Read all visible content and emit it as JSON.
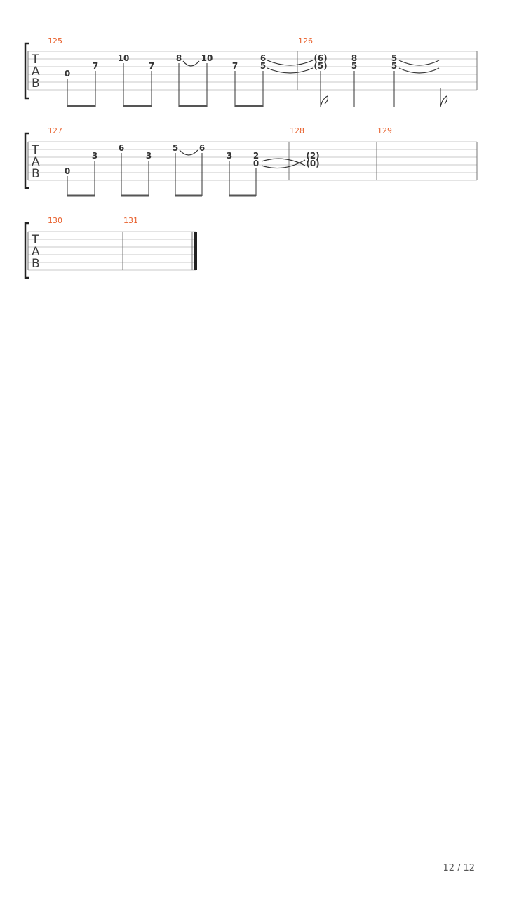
{
  "tab_clef": [
    "T",
    "A",
    "B"
  ],
  "systems": [
    {
      "measures": [
        {
          "number": "125",
          "notes": [
            {
              "fret": "0"
            },
            {
              "fret": "7"
            },
            {
              "fret": "10"
            },
            {
              "fret": "7"
            },
            {
              "fret": "8"
            },
            {
              "fret": "10"
            },
            {
              "fret": "7"
            },
            {
              "fret": "6"
            },
            {
              "fret": "5"
            }
          ]
        },
        {
          "number": "126",
          "notes": [
            {
              "fret": "(6)"
            },
            {
              "fret": "(5)"
            },
            {
              "fret": "8"
            },
            {
              "fret": "5"
            },
            {
              "fret": "5"
            },
            {
              "fret": "5"
            }
          ]
        }
      ]
    },
    {
      "measures": [
        {
          "number": "127",
          "notes": [
            {
              "fret": "0"
            },
            {
              "fret": "3"
            },
            {
              "fret": "6"
            },
            {
              "fret": "3"
            },
            {
              "fret": "5"
            },
            {
              "fret": "6"
            },
            {
              "fret": "3"
            },
            {
              "fret": "2"
            },
            {
              "fret": "0"
            }
          ]
        },
        {
          "number": "128",
          "notes": [
            {
              "fret": "(2)"
            },
            {
              "fret": "(0)"
            }
          ]
        },
        {
          "number": "129",
          "notes": []
        }
      ]
    },
    {
      "measures": [
        {
          "number": "130",
          "notes": []
        },
        {
          "number": "131",
          "notes": []
        }
      ]
    }
  ],
  "footer": {
    "current_page": "12",
    "separator": "/",
    "total_pages": "12"
  }
}
